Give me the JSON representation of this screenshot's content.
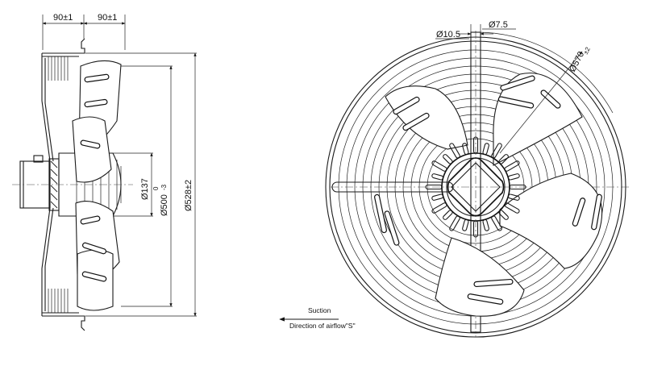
{
  "side_view": {
    "dim_depth_left": "90±1",
    "dim_depth_right": "90±1",
    "dim_hub_dia": "Ø137",
    "dim_outer_dia": "Ø500",
    "dim_outer_tol_top": "0",
    "dim_outer_tol_bottom": "-3",
    "dim_guard_dia": "Ø528±2"
  },
  "front_view": {
    "dim_hole_large": "Ø10.5",
    "dim_hole_small": "Ø7.5",
    "dim_bolt_circle": "Ø570",
    "dim_bolt_circle_tol": "±2"
  },
  "airflow": {
    "suction_label": "Suction",
    "direction_label": "Direction of airflow\"S\""
  }
}
